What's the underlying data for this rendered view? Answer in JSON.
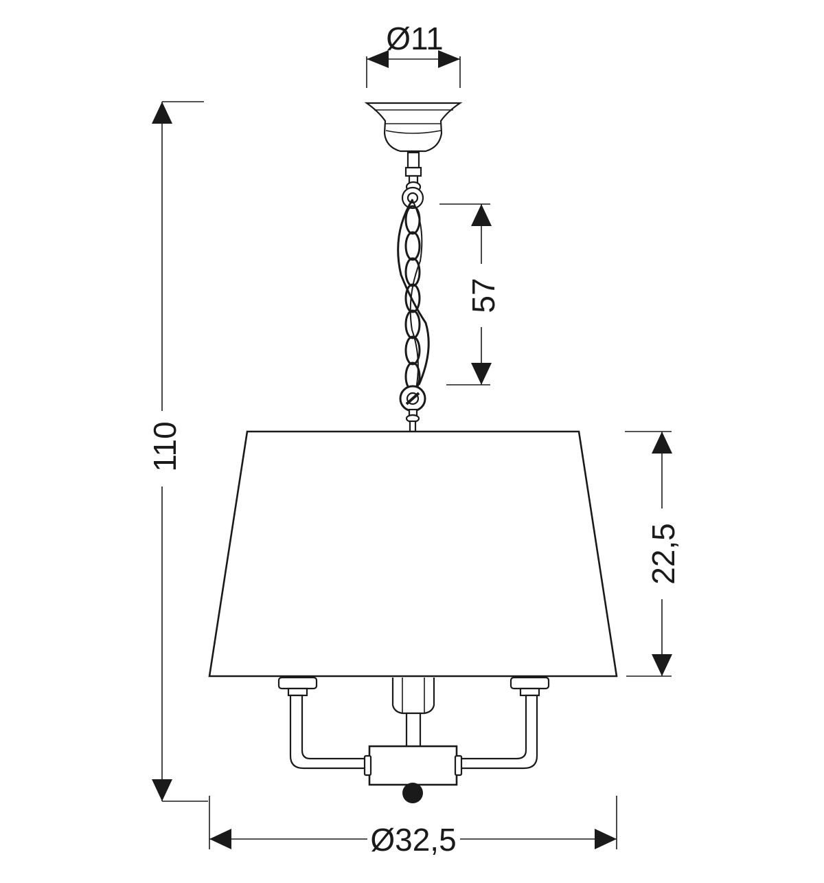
{
  "dimensions": {
    "canopy_diameter": "Ø11",
    "total_height": "110",
    "chain_length": "57",
    "shade_height": "22,5",
    "shade_diameter": "Ø32,5"
  },
  "colors": {
    "line": "#1a1a1a",
    "background": "#ffffff"
  }
}
